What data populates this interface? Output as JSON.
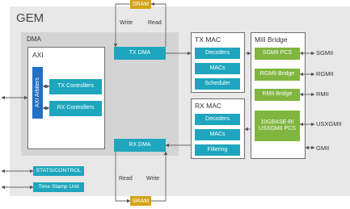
{
  "gem": {
    "title": "GEM"
  },
  "dma": {
    "title": "DMA",
    "axi": {
      "title": "AXI",
      "arbiters": "AXI Arbiters",
      "tx_controllers": "TX Controllers",
      "rx_controllers": "RX Controllers"
    },
    "tx_dma": "TX DMA",
    "rx_dma": "RX DMA"
  },
  "tx_mac": {
    "title": "TX MAC",
    "items": [
      "Decoders",
      "MACs",
      "Scheduler"
    ]
  },
  "rx_mac": {
    "title": "RX MAC",
    "items": [
      "Decoders",
      "MACs",
      "Filtering"
    ]
  },
  "mii_bridge": {
    "title": "MiII Bridge",
    "items": [
      "SGMII PCS",
      "RGMII Bridge",
      "RMII Bridge",
      "10GBASE-R/ USXGMII PCS"
    ]
  },
  "signals": [
    "SGMII",
    "RGMII",
    "RMII",
    "USXGMII",
    "GMII"
  ],
  "sram": {
    "top_label": "SRAM",
    "bottom_label": "SRAM"
  },
  "labels": {
    "write_top": "Write",
    "read_top": "Read",
    "read_bottom": "Read",
    "write_bottom": "Write"
  },
  "bottom_units": {
    "stats": "STATS/CONTROL",
    "timestamp": "Time Stamp Unit"
  },
  "colors": {
    "teal": "#1ea6be",
    "green": "#80b53f",
    "blue": "#236fc4",
    "gold": "#d4a315",
    "panel": "#e8e8e8"
  }
}
